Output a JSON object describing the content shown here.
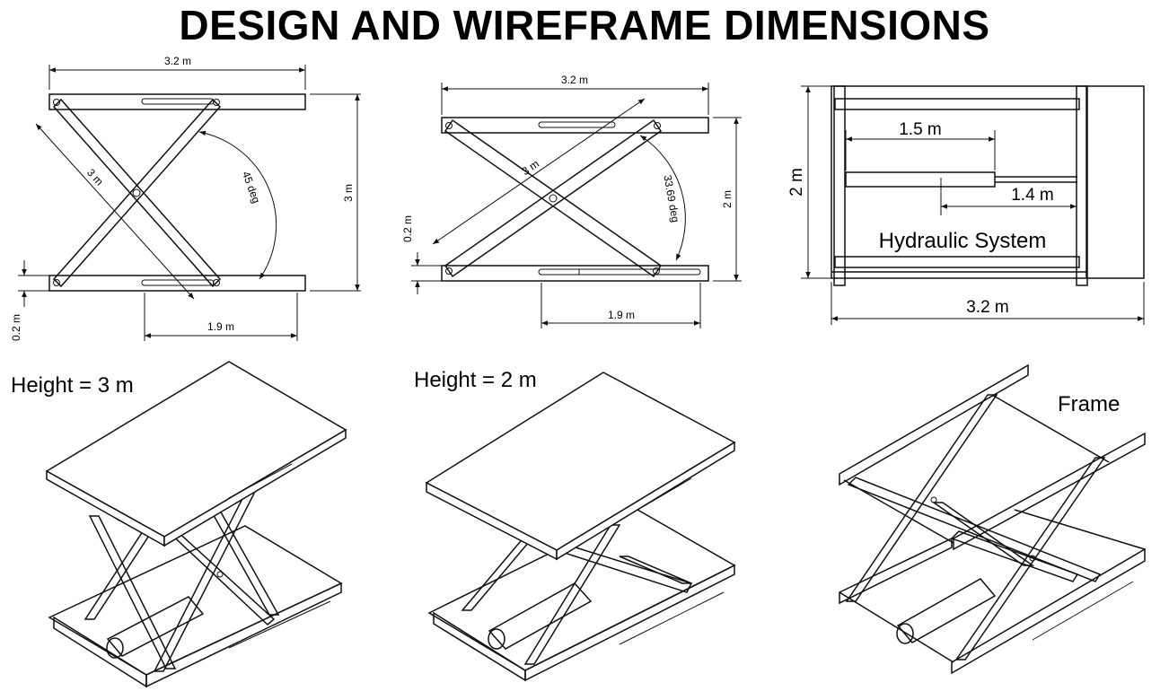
{
  "title": "DESIGN AND WIREFRAME DIMENSIONS",
  "views": {
    "front_extended": {
      "width_label": "3.2 m",
      "arm_label": "3 m",
      "angle_label": "45 deg",
      "height_label": "3 m",
      "base_label": "0.2 m",
      "slot_label": "1.9 m"
    },
    "front_lowered": {
      "width_label": "3.2 m",
      "arm_label": "3 m",
      "angle_label": "33.69 deg",
      "height_label": "2 m",
      "base_label": "0.2 m",
      "slot_label": "1.9 m"
    },
    "top_view": {
      "cyl_label": "1.5 m",
      "rod_label": "1.4 m",
      "height_label": "2 m",
      "width_label": "3.2 m",
      "caption": "Hydraulic System"
    }
  },
  "iso": {
    "extended_caption": "Height = 3 m",
    "lowered_caption": "Height = 2 m",
    "frame_caption": "Frame"
  }
}
